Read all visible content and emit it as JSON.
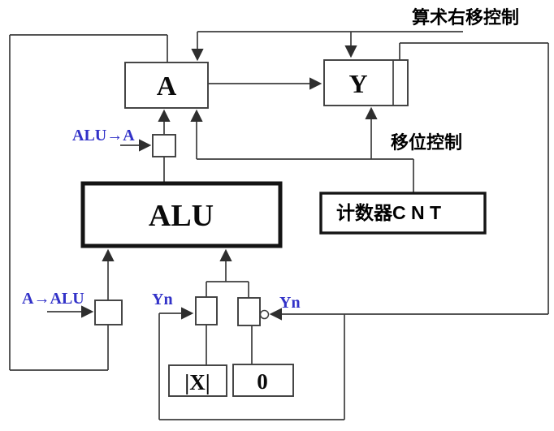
{
  "diagram": {
    "title_hint": "ALU shift/accumulate datapath diagram",
    "blocks": {
      "register_a": {
        "label": "A"
      },
      "register_y": {
        "label": "Y"
      },
      "alu": {
        "label": "ALU"
      },
      "counter_cnt": {
        "label": "计数器C N T"
      },
      "abs_x": {
        "label": "|X|"
      },
      "zero": {
        "label": "0"
      }
    },
    "signals": {
      "arith_right_shift_control": "算术右移控制",
      "shift_control": "移位控制",
      "alu_to_a": "ALU→A",
      "a_to_alu": "A→ALU",
      "yn_left": "Yn",
      "yn_right": "Yn"
    },
    "colors": {
      "background": "#ffffff",
      "wire": "#3d3d3d",
      "thin_border": "#3d3d3d",
      "thick_border": "#141414",
      "text": "#000000",
      "blue_label": "#3232c8"
    }
  }
}
